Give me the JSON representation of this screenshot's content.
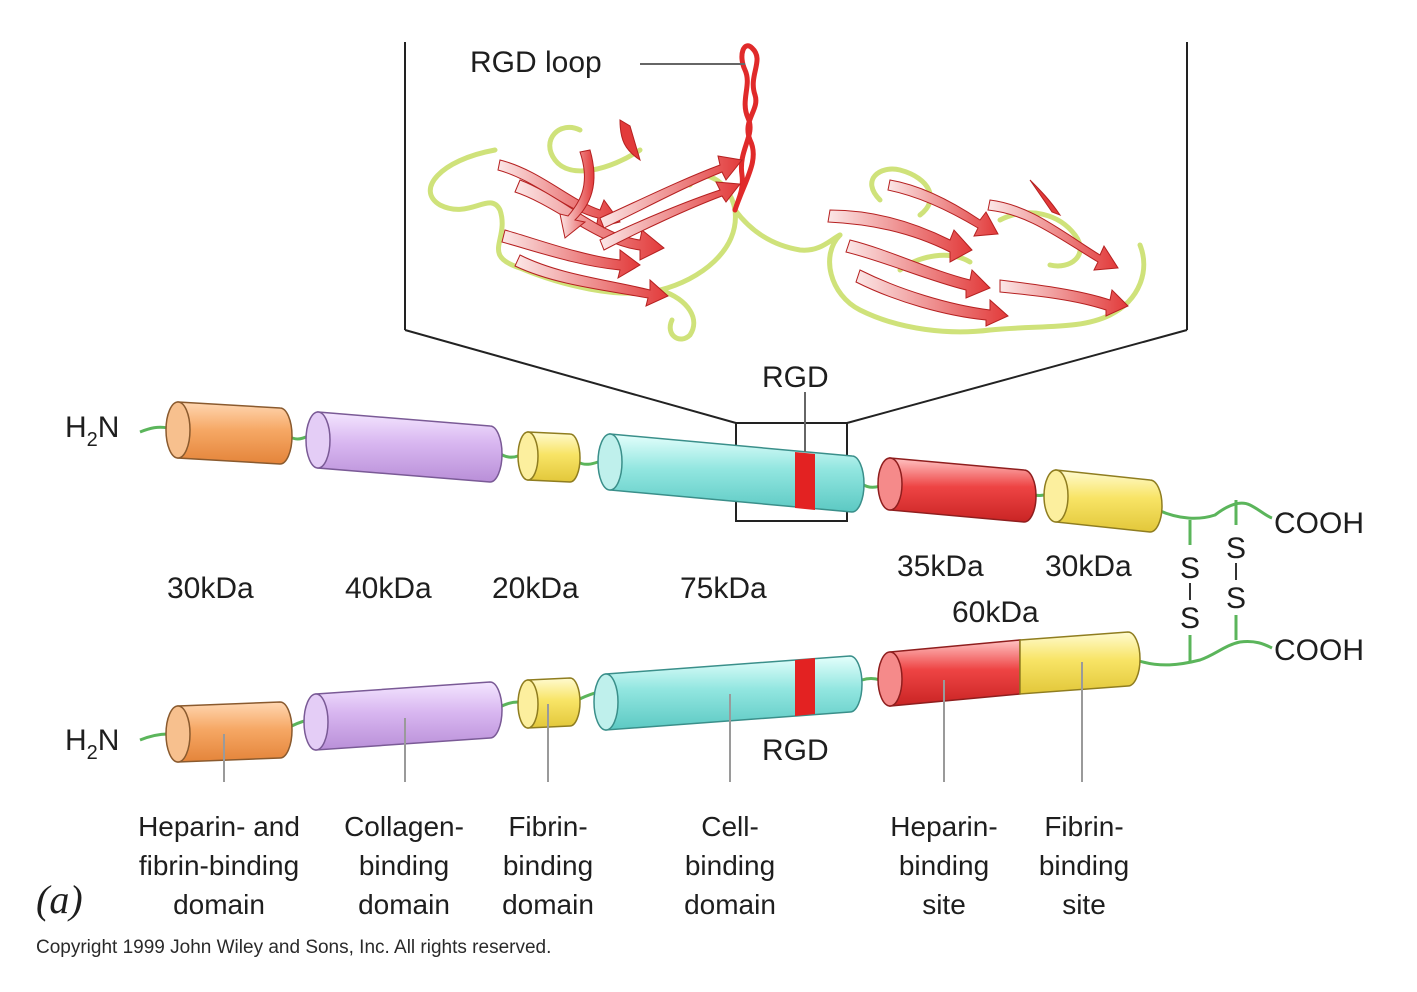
{
  "inset": {
    "loop_label": "RGD loop",
    "colors": {
      "strand": "#e23a3a",
      "strand_light": "#f8dcdc",
      "coil": "#cfe27a"
    }
  },
  "chain_top": {
    "n_term": {
      "main": "H",
      "sub": "2",
      "tail": "N"
    },
    "c_term": "COOH",
    "rgd_label": "RGD",
    "mass_labels": [
      "30kDa",
      "40kDa",
      "20kDa",
      "75kDa",
      "35kDa",
      "30kDa"
    ]
  },
  "chain_bottom": {
    "n_term": {
      "main": "H",
      "sub": "2",
      "tail": "N"
    },
    "c_term": "COOH",
    "rgd_label": "RGD",
    "mass_label": "60kDa"
  },
  "disulfide": {
    "s": "S"
  },
  "domains": [
    {
      "line1": "Heparin- and",
      "line2": "fibrin-binding",
      "line3": "domain"
    },
    {
      "line1": "Collagen-",
      "line2": "binding",
      "line3": "domain"
    },
    {
      "line1": "Fibrin-",
      "line2": "binding",
      "line3": "domain"
    },
    {
      "line1": "Cell-",
      "line2": "binding",
      "line3": "domain"
    },
    {
      "line1": "Heparin-",
      "line2": "binding",
      "line3": "site"
    },
    {
      "line1": "Fibrin-",
      "line2": "binding",
      "line3": "site"
    }
  ],
  "domain_colors": {
    "heparin_fibrin": "#f3a35e",
    "collagen": "#d7b4ee",
    "fibrin": "#f7e36a",
    "cell": "#8fe4df",
    "heparin": "#ec3f3f",
    "rgd_band": "#e32222"
  },
  "panel_label": "(a)",
  "copyright": "Copyright 1999 John Wiley and Sons, Inc. All rights reserved."
}
